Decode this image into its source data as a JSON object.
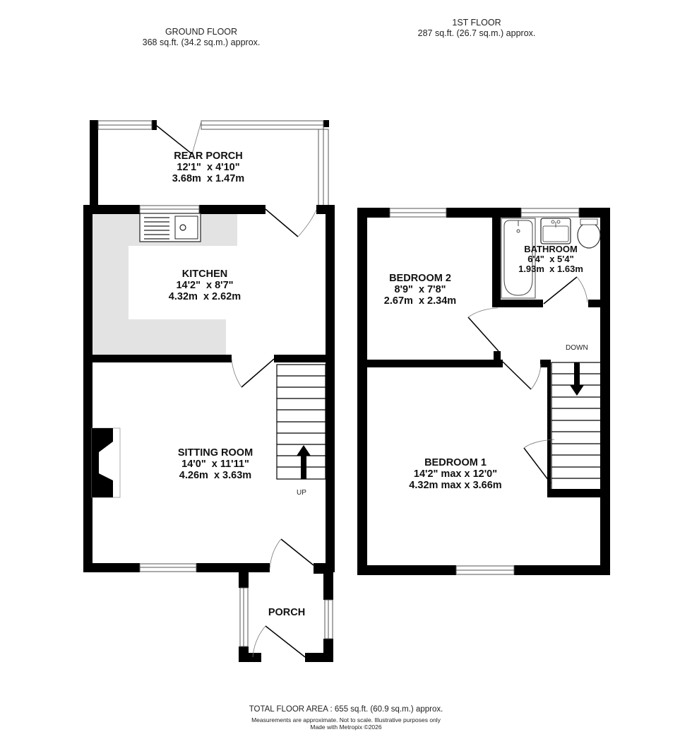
{
  "ground_floor": {
    "title": "GROUND FLOOR",
    "area": "368 sq.ft. (34.2 sq.m.) approx.",
    "rooms": [
      {
        "name": "REAR PORCH",
        "imperial": "12'1\"  x 4'10\"",
        "metric": "3.68m  x 1.47m"
      },
      {
        "name": "KITCHEN",
        "imperial": "14'2\"  x 8'7\"",
        "metric": "4.32m  x 2.62m"
      },
      {
        "name": "SITTING ROOM",
        "imperial": "14'0\"  x 11'11\"",
        "metric": "4.26m  x 3.63m"
      },
      {
        "name": "PORCH",
        "imperial": "",
        "metric": ""
      }
    ],
    "stairs_label": "UP"
  },
  "first_floor": {
    "title": "1ST FLOOR",
    "area": "287 sq.ft. (26.7 sq.m.) approx.",
    "rooms": [
      {
        "name": "BEDROOM 2",
        "imperial": "8'9\"  x 7'8\"",
        "metric": "2.67m  x 2.34m"
      },
      {
        "name": "BATHROOM",
        "imperial": "6'4\"  x 5'4\"",
        "metric": "1.93m  x 1.63m"
      },
      {
        "name": "BEDROOM 1",
        "imperial": "14'2\" max x 12'0\"",
        "metric": "4.32m max x 3.66m"
      }
    ],
    "stairs_label": "DOWN"
  },
  "footer": {
    "total": "TOTAL FLOOR AREA : 655 sq.ft. (60.9 sq.m.) approx.",
    "disclaimer": "Measurements are approximate.  Not to scale.  Illustrative purposes only",
    "credit": "Made with Metropix ©2026"
  },
  "colors": {
    "wall": "#000000",
    "kitchen_fill": "#e3e3e3",
    "background": "#ffffff"
  }
}
